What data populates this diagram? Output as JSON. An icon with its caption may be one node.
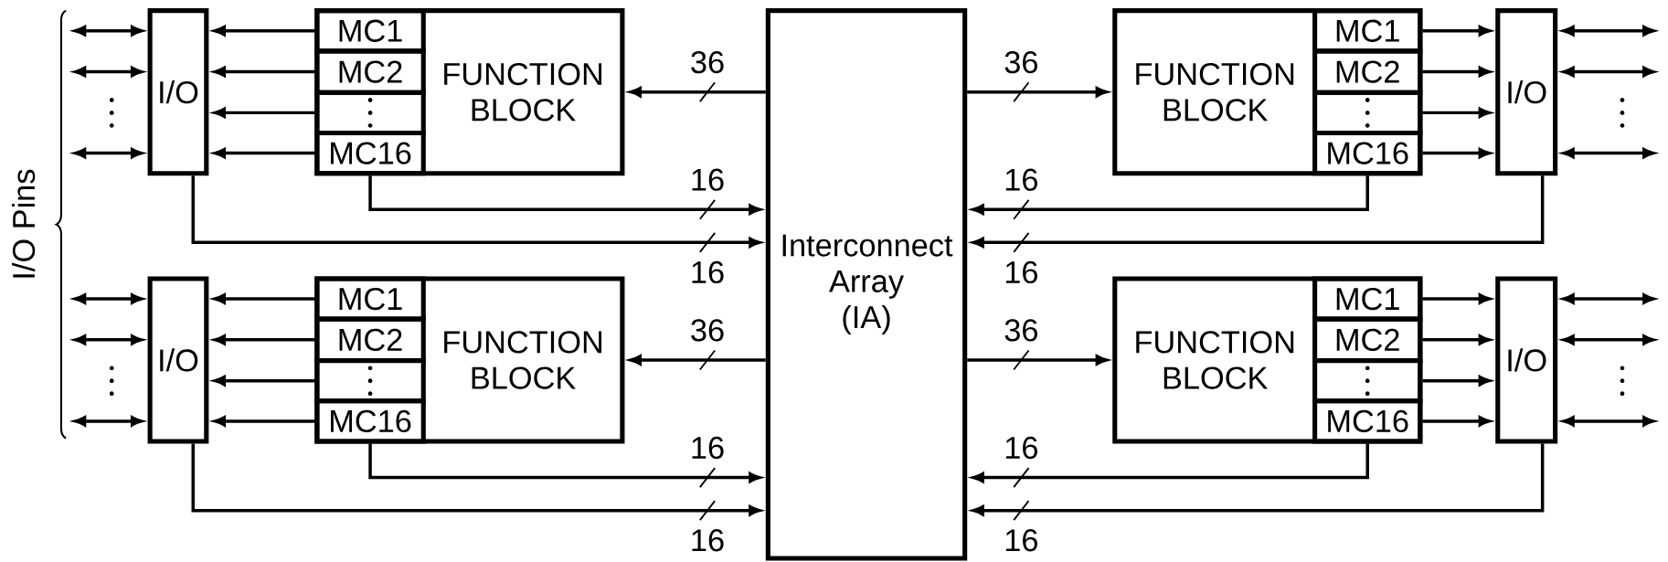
{
  "diagram": {
    "nodes": [
      {
        "text": [
          "I/O"
        ]
      },
      {
        "text": [
          "FUNCTION BLOCK"
        ]
      },
      {
        "text": [
          "MC1"
        ],
        "in": 1
      },
      {
        "text": [
          "MC2"
        ],
        "in": 1
      },
      {
        "text": [],
        "shape": "box",
        "in": 1
      },
      {
        "text": [
          "MC16"
        ],
        "in": 1
      },
      {
        "text": [
          "Interconnect Array (IA)"
        ]
      },
      {
        "text": [
          "FUNCTION BLOCK"
        ]
      },
      {
        "text": [
          "MC1"
        ],
        "in": 7
      },
      {
        "text": [
          "MC2"
        ],
        "in": 7
      },
      {
        "text": [],
        "shape": "box",
        "in": 7
      },
      {
        "text": [
          "MC16"
        ],
        "in": 7
      },
      {
        "text": [
          "I/O"
        ]
      },
      {
        "text": [
          "I/O"
        ]
      },
      {
        "text": [
          "FUNCTION BLOCK"
        ]
      },
      {
        "text": [
          "MC1"
        ],
        "in": 14
      },
      {
        "text": [
          "MC2"
        ],
        "in": 14
      },
      {
        "text": [],
        "shape": "box",
        "in": 14
      },
      {
        "text": [
          "MC16"
        ],
        "in": 14
      },
      {
        "text": [
          "FUNCTION BLOCK"
        ]
      },
      {
        "text": [
          "MC1"
        ],
        "in": 19
      },
      {
        "text": [
          "MC2"
        ],
        "in": 19
      },
      {
        "text": [],
        "shape": "box",
        "in": 19
      },
      {
        "text": [
          "MC16"
        ],
        "in": 19
      },
      {
        "text": [
          "I/O"
        ]
      }
    ],
    "edges": [
      {
        "from": null,
        "to": 0,
        "arrow": "both"
      },
      {
        "from": null,
        "to": 0,
        "arrow": "both"
      },
      {
        "from": null,
        "to": 0,
        "arrow": "both"
      },
      {
        "from": 2,
        "to": 0,
        "arrow": "to"
      },
      {
        "from": 3,
        "to": 0,
        "arrow": "to"
      },
      {
        "from": 4,
        "to": 0,
        "arrow": "to"
      },
      {
        "from": 5,
        "to": 0,
        "arrow": "to"
      },
      {
        "from": 6,
        "to": 1,
        "arrow": "to",
        "label": "36"
      },
      {
        "from": 5,
        "to": 6,
        "arrow": "to",
        "label": "16"
      },
      {
        "from": 0,
        "to": 6,
        "arrow": "to",
        "label": "16"
      },
      {
        "from": 6,
        "to": 7,
        "arrow": "to",
        "label": "36"
      },
      {
        "from": 8,
        "to": 12,
        "arrow": "to"
      },
      {
        "from": 9,
        "to": 12,
        "arrow": "to"
      },
      {
        "from": 10,
        "to": 12,
        "arrow": "to"
      },
      {
        "from": 11,
        "to": 12,
        "arrow": "to"
      },
      {
        "from": null,
        "to": 12,
        "arrow": "both"
      },
      {
        "from": null,
        "to": 12,
        "arrow": "both"
      },
      {
        "from": null,
        "to": 12,
        "arrow": "both"
      },
      {
        "from": 11,
        "to": 6,
        "arrow": "to",
        "label": "16"
      },
      {
        "from": 12,
        "to": 6,
        "arrow": "to",
        "label": "16"
      },
      {
        "from": null,
        "to": 13,
        "arrow": "both"
      },
      {
        "from": null,
        "to": 13,
        "arrow": "both"
      },
      {
        "from": null,
        "to": 13,
        "arrow": "both"
      },
      {
        "from": 15,
        "to": 13,
        "arrow": "to"
      },
      {
        "from": 16,
        "to": 13,
        "arrow": "to"
      },
      {
        "from": 17,
        "to": 13,
        "arrow": "to"
      },
      {
        "from": 18,
        "to": 13,
        "arrow": "to"
      },
      {
        "from": 6,
        "to": 14,
        "arrow": "to",
        "label": "36"
      },
      {
        "from": 18,
        "to": 6,
        "arrow": "to",
        "label": "16"
      },
      {
        "from": 13,
        "to": 6,
        "arrow": "to",
        "label": "16"
      },
      {
        "from": 6,
        "to": 19,
        "arrow": "to",
        "label": "36"
      },
      {
        "from": 20,
        "to": 24,
        "arrow": "to"
      },
      {
        "from": 21,
        "to": 24,
        "arrow": "to"
      },
      {
        "from": 22,
        "to": 24,
        "arrow": "to"
      },
      {
        "from": 23,
        "to": 24,
        "arrow": "to"
      },
      {
        "from": null,
        "to": 24,
        "arrow": "both"
      },
      {
        "from": null,
        "to": 24,
        "arrow": "both"
      },
      {
        "from": null,
        "to": 24,
        "arrow": "both"
      },
      {
        "from": 23,
        "to": 6,
        "arrow": "to",
        "label": "16"
      },
      {
        "from": 24,
        "to": 6,
        "arrow": "to",
        "label": "16"
      }
    ],
    "labels": [
      "I/O Pins"
    ]
  }
}
